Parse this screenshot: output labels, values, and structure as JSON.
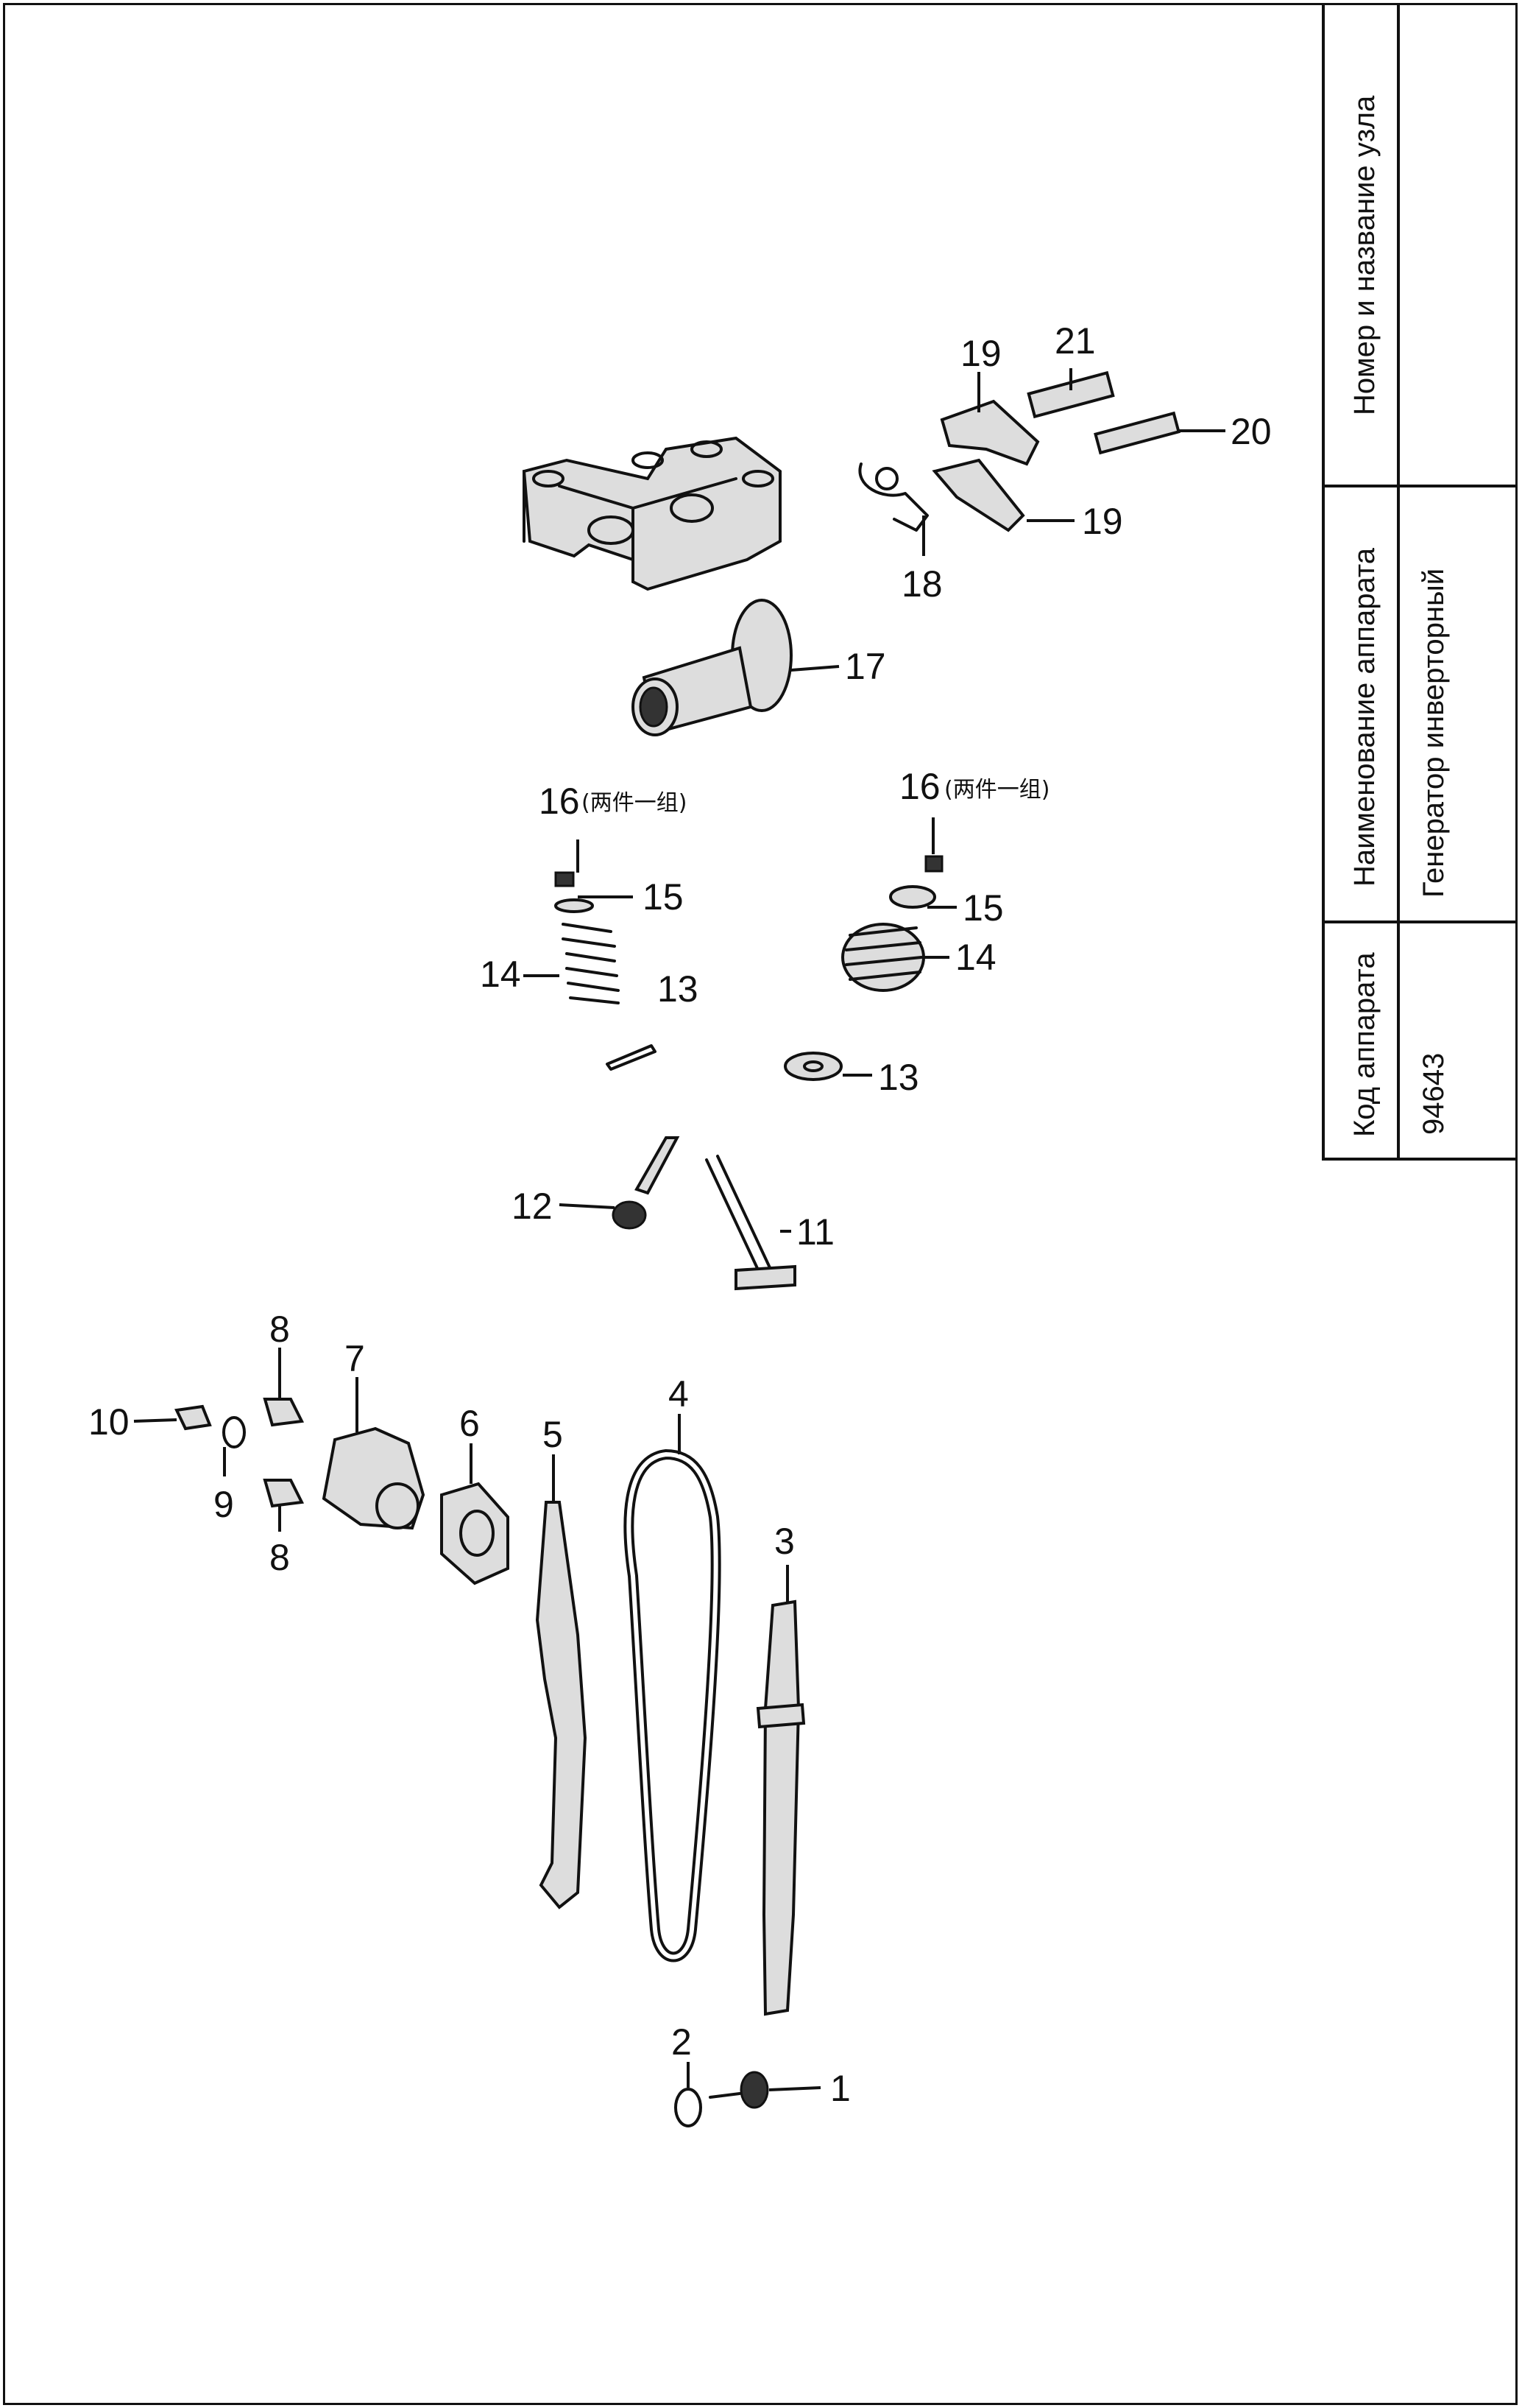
{
  "title_block": {
    "node_header": "Номер и название узла",
    "node_value": "",
    "device_name_header": "Наименование аппарата",
    "device_name_value": "Генератор инверторный",
    "device_code_header": "Код аппарата",
    "device_code_value": "94643"
  },
  "callouts": {
    "c1": "1",
    "c2": "2",
    "c3": "3",
    "c4": "4",
    "c5": "5",
    "c6": "6",
    "c7": "7",
    "c8a": "8",
    "c8b": "8",
    "c9": "9",
    "c10": "10",
    "c11": "11",
    "c12": "12",
    "c13a": "13",
    "c13b": "13",
    "c14a": "14",
    "c14b": "14",
    "c15a": "15",
    "c15b": "15",
    "c16a": "16",
    "c16b": "16",
    "c17": "17",
    "c18": "18",
    "c19a": "19",
    "c19b": "19",
    "c20": "20",
    "c21": "21"
  },
  "notes": {
    "n16a": "(两件一组)",
    "n16b": "(两件一组)"
  }
}
